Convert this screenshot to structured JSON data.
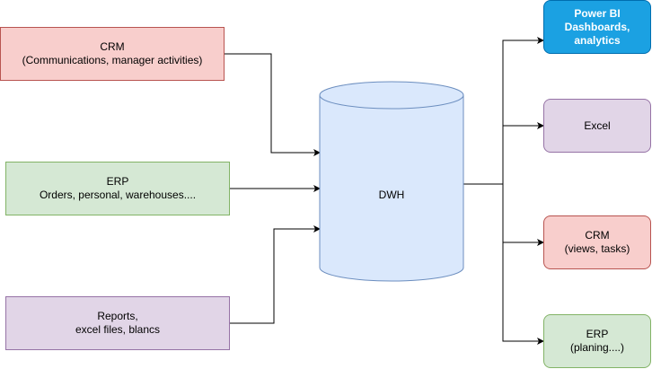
{
  "sources": {
    "crm": {
      "line1": "CRM",
      "line2": "(Communications, manager activities)",
      "fill": "#f8cecc",
      "stroke": "#b85450"
    },
    "erp": {
      "line1": "ERP",
      "line2": "Orders, personal, warehouses....",
      "fill": "#d5e8d4",
      "stroke": "#82b366"
    },
    "reports": {
      "line1": "Reports,",
      "line2": "excel files, blancs",
      "fill": "#e1d5e7",
      "stroke": "#9673a6"
    }
  },
  "dwh": {
    "label": "DWH",
    "fill": "#dae8fc",
    "stroke": "#6c8ebf"
  },
  "targets": {
    "powerbi": {
      "line1": "Power BI",
      "line2": "Dashboards,",
      "line3": "analytics",
      "fill": "#1ba1e2",
      "stroke": "#006eaf"
    },
    "excel": {
      "line1": "Excel",
      "fill": "#e1d5e7",
      "stroke": "#9673a6"
    },
    "crm": {
      "line1": "CRM",
      "line2": "(views, tasks)",
      "fill": "#f8cecc",
      "stroke": "#b85450"
    },
    "erp": {
      "line1": "ERP",
      "line2": "(planing....)",
      "fill": "#d5e8d4",
      "stroke": "#82b366"
    }
  }
}
